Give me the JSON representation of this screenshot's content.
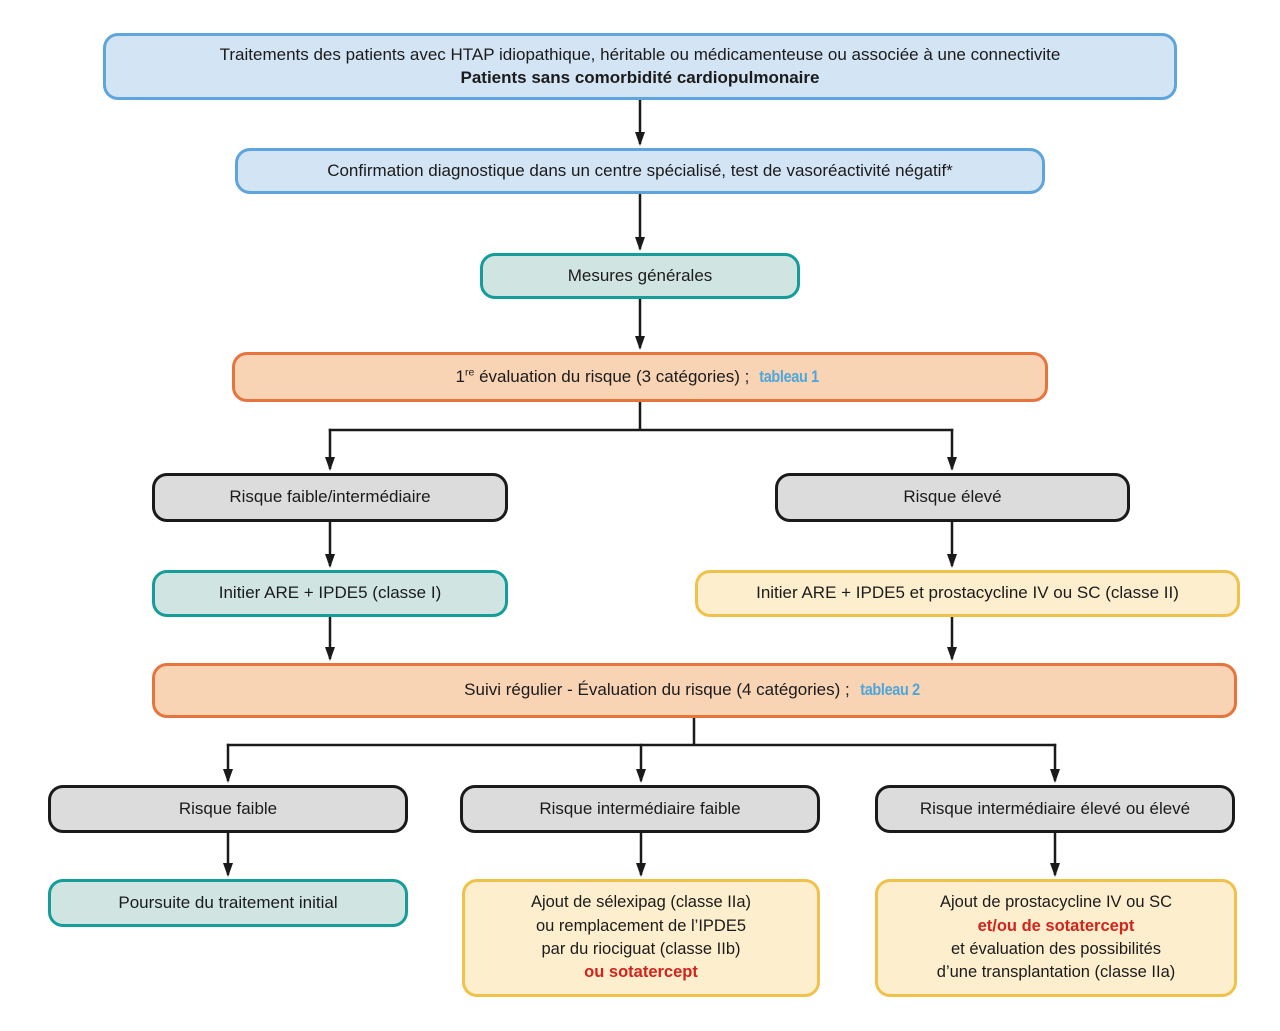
{
  "palette": {
    "blue_fill": "#d3e4f5",
    "blue_border": "#5ea4dd",
    "teal_fill": "#d0e5e2",
    "teal_border": "#149d99",
    "orange_fill": "#f8d3b4",
    "orange_border": "#e7743c",
    "gray_fill": "#dcdcdc",
    "gray_border": "#1a1a1a",
    "yellow_fill": "#fdeecd",
    "yellow_border": "#f0c24b",
    "table_ref_blue": "#4fa6da",
    "alert_red": "#d2231c",
    "arrow_color": "#1a1a1a"
  },
  "boxes": {
    "header": {
      "line1": "Traitements des patients avec HTAP idiopathique, héritable ou médicamenteuse ou associée à une connectivite",
      "line2": "Patients sans comorbidité cardiopulmonaire"
    },
    "confirmation": {
      "text": "Confirmation diagnostique dans un centre spécialisé, test de vasoréactivité négatif*"
    },
    "general_measures": {
      "text": "Mesures générales"
    },
    "first_risk_assessment": {
      "number": "1",
      "ordinal": "re",
      "label": " évaluation du risque (3 catégories) ;",
      "table_ref": "tableau 1"
    },
    "risk_low_intermediate": {
      "text": "Risque faible/intermédiaire"
    },
    "risk_high": {
      "text": "Risque élevé"
    },
    "initiate_low": {
      "text": "Initier ARE + IPDE5 (classe I)"
    },
    "initiate_high": {
      "text": "Initier ARE + IPDE5 et prostacycline IV ou SC (classe II)"
    },
    "followup_assessment": {
      "label": "Suivi régulier - Évaluation du risque (4 catégories) ;",
      "table_ref": "tableau 2"
    },
    "risk_low": {
      "text": "Risque faible"
    },
    "risk_intermediate_low": {
      "text": "Risque intermédiaire faible"
    },
    "risk_intermediate_high": {
      "text": "Risque intermédiaire élevé ou élevé"
    },
    "continue_treatment": {
      "text": "Poursuite du traitement initial"
    },
    "add_selexipag": {
      "lines": [
        "Ajout de sélexipag (classe IIa)",
        "ou remplacement de l’IPDE5",
        "par du riociguat (classe IIb)"
      ],
      "red_line": "ou sotatercept"
    },
    "add_prostacycline": {
      "line1": "Ajout de prostacycline IV ou SC",
      "red_line": "et/ou de sotatercept",
      "line3": "et évaluation des possibilités",
      "line4": "d’une transplantation (classe IIa)"
    }
  }
}
